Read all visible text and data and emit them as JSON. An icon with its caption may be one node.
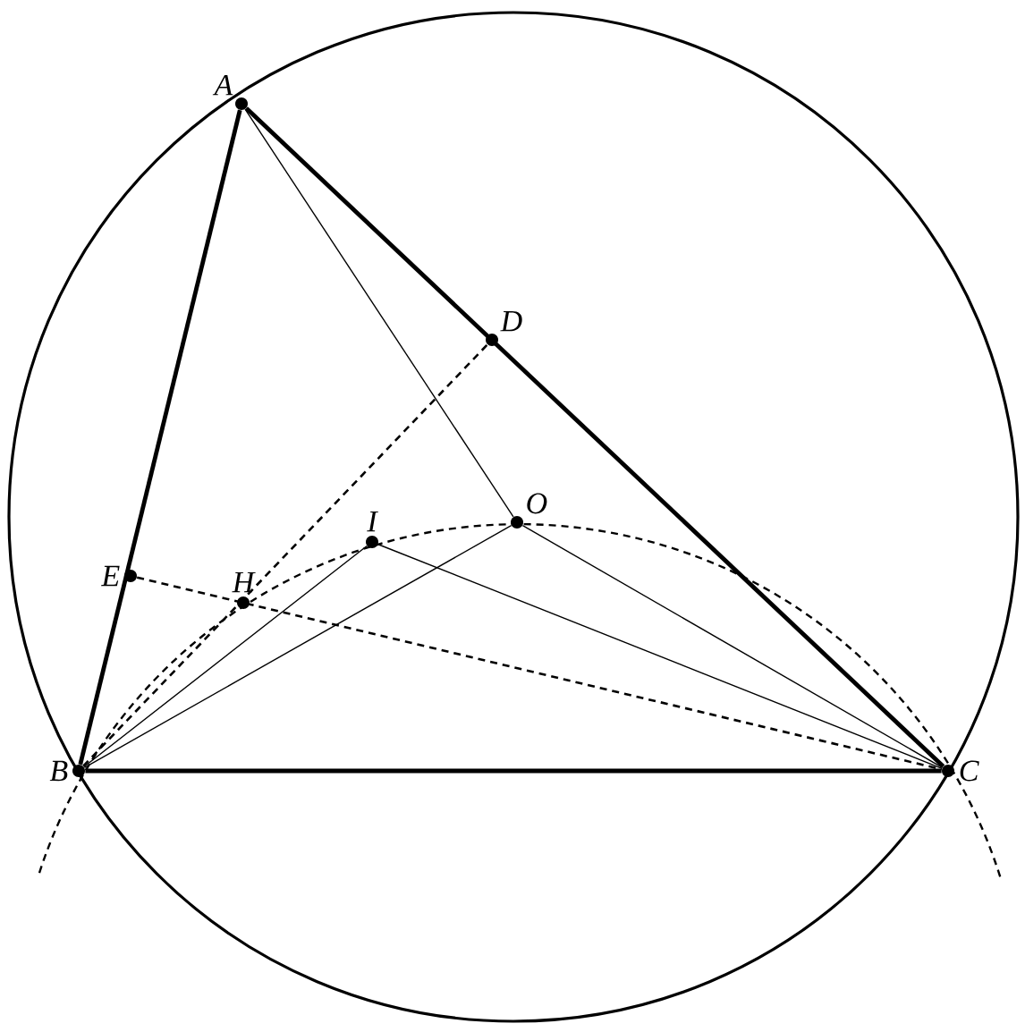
{
  "diagram": {
    "nodes": [
      {
        "text": [
          "A"
        ]
      },
      {
        "text": [
          "B"
        ]
      },
      {
        "text": [
          "C"
        ]
      },
      {
        "text": [
          "D"
        ]
      },
      {
        "text": [
          "E"
        ]
      },
      {
        "text": [
          "H"
        ]
      },
      {
        "text": [
          "I"
        ]
      },
      {
        "text": [
          "O"
        ]
      }
    ],
    "edges": [
      {
        "from": 0,
        "to": 1,
        "arrow": "none",
        "style": "thick"
      },
      {
        "from": 0,
        "to": 2,
        "arrow": "none",
        "style": "thick"
      },
      {
        "from": 1,
        "to": 2,
        "arrow": "none",
        "style": "thick"
      },
      {
        "from": 0,
        "to": 7,
        "arrow": "none"
      },
      {
        "from": 1,
        "to": 6,
        "arrow": "none"
      },
      {
        "from": 1,
        "to": 7,
        "arrow": "none"
      },
      {
        "from": 6,
        "to": 2,
        "arrow": "none"
      },
      {
        "from": 7,
        "to": 2,
        "arrow": "none"
      },
      {
        "from": 1,
        "to": 3,
        "arrow": "none",
        "style": "dashed"
      },
      {
        "from": 4,
        "to": 2,
        "arrow": "none",
        "style": "dashed"
      }
    ]
  }
}
